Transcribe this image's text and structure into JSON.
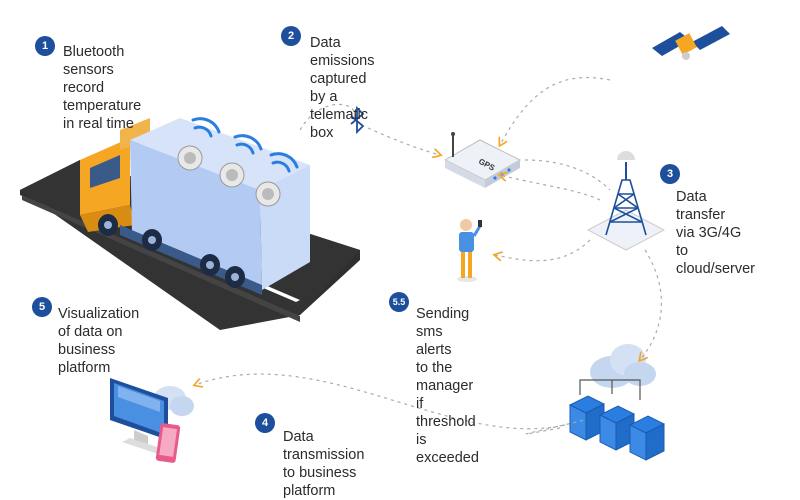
{
  "steps": [
    {
      "num": "1",
      "text": "Bluetooth sensors\nrecord temperature\nin real time"
    },
    {
      "num": "2",
      "text": "Data emissions\ncaptured by a\ntelematic box"
    },
    {
      "num": "3",
      "text": "Data\ntransfer\nvia 3G/4G\nto\ncloud/server"
    },
    {
      "num": "4",
      "text": "Data transmission\nto business platform"
    },
    {
      "num": "5",
      "text": "Visualization\nof data on\nbusiness platform"
    },
    {
      "num": "5.5",
      "text": "Sending sms alerts\nto the manager\nif threshold is exceeded"
    }
  ],
  "gps_box_label": "GPS",
  "colors": {
    "badge": "#1d4f9c",
    "accent_blue": "#2a7de1",
    "truck_cab": "#f5a623",
    "container": "#b3cbf2",
    "road": "#333333"
  }
}
